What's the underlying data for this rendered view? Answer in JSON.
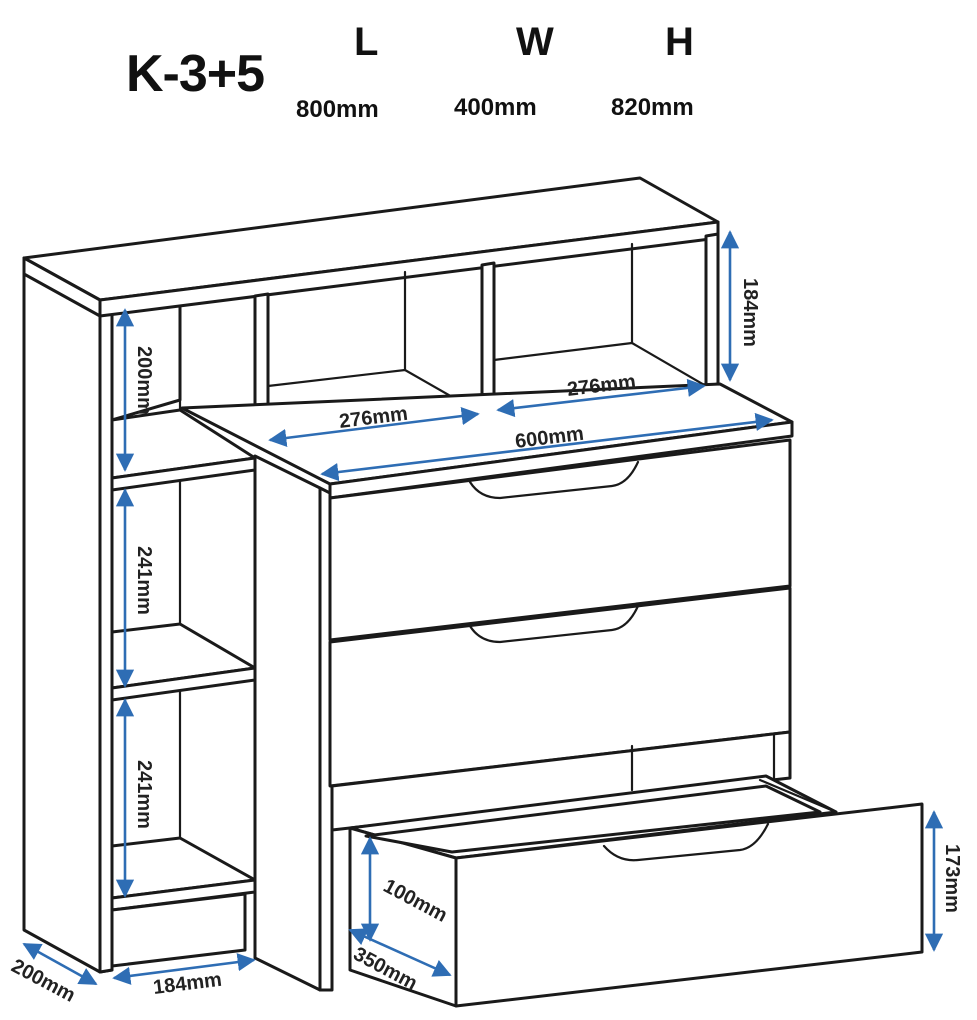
{
  "header": {
    "model": "K-3+5",
    "dims": [
      {
        "key": "L",
        "value": "800mm"
      },
      {
        "key": "W",
        "value": "400mm"
      },
      {
        "key": "H",
        "value": "820mm"
      }
    ]
  },
  "labels": {
    "top_niche_height": "184mm",
    "shelf_top": "200mm",
    "shelf_mid": "241mm",
    "shelf_low": "241mm",
    "niche_left_width": "276mm",
    "niche_right_width": "276mm",
    "chest_width": "600mm",
    "drawer_inner_height": "100mm",
    "drawer_depth": "350mm",
    "drawer_front_height": "173mm",
    "side_depth": "200mm",
    "shelf_width": "184mm"
  },
  "colors": {
    "dimension_line": "#2e6db4",
    "outline": "#1a1a1a"
  }
}
